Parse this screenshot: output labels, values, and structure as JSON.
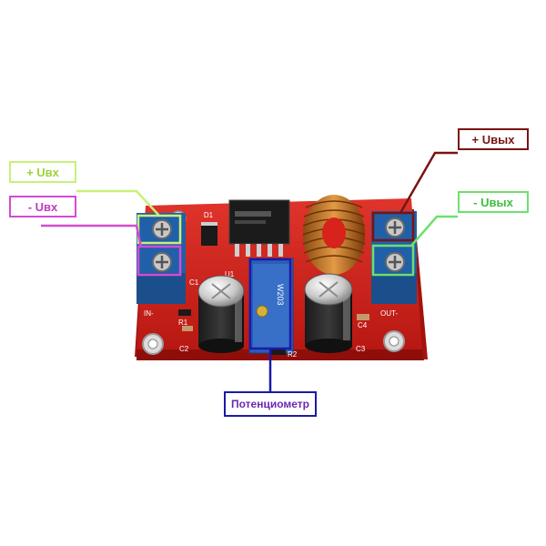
{
  "labels": {
    "vin_plus": "+ Uвх",
    "vin_minus": "- Uвх",
    "vout_plus": "+ Uвых",
    "vout_minus": "- Uвых",
    "potentiometer": "Потенциометр"
  },
  "silkscreen": {
    "in_minus": "IN-",
    "out_minus": "OUT-",
    "c1": "C1",
    "c2": "C2",
    "c3": "C3",
    "c4": "C4",
    "d1": "D1",
    "u1": "U1",
    "r1": "R1",
    "r2": "R2",
    "pot_code": "W203"
  },
  "colors": {
    "board": "#d8231c",
    "terminal": "#1f5ea8",
    "vin_plus": "#9ed33a",
    "vin_minus": "#c23ac2",
    "vout_plus": "#7a1313",
    "vout_minus": "#3fbf3f",
    "potentiometer": "#1a1aa8"
  }
}
